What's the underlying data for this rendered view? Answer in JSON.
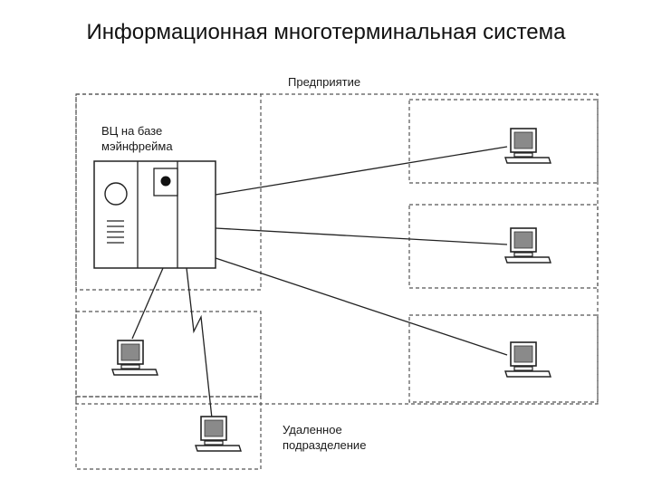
{
  "title": "Информационная многотерминальная система",
  "labels": {
    "enterprise": "Предприятие",
    "computing_center_line1": "ВЦ на базе",
    "computing_center_line2": "мэйнфрейма",
    "remote_line1": "Удаленное",
    "remote_line2": "подразделение"
  },
  "icons": {
    "mainframe": "mainframe-icon",
    "terminal": "terminal-icon"
  }
}
